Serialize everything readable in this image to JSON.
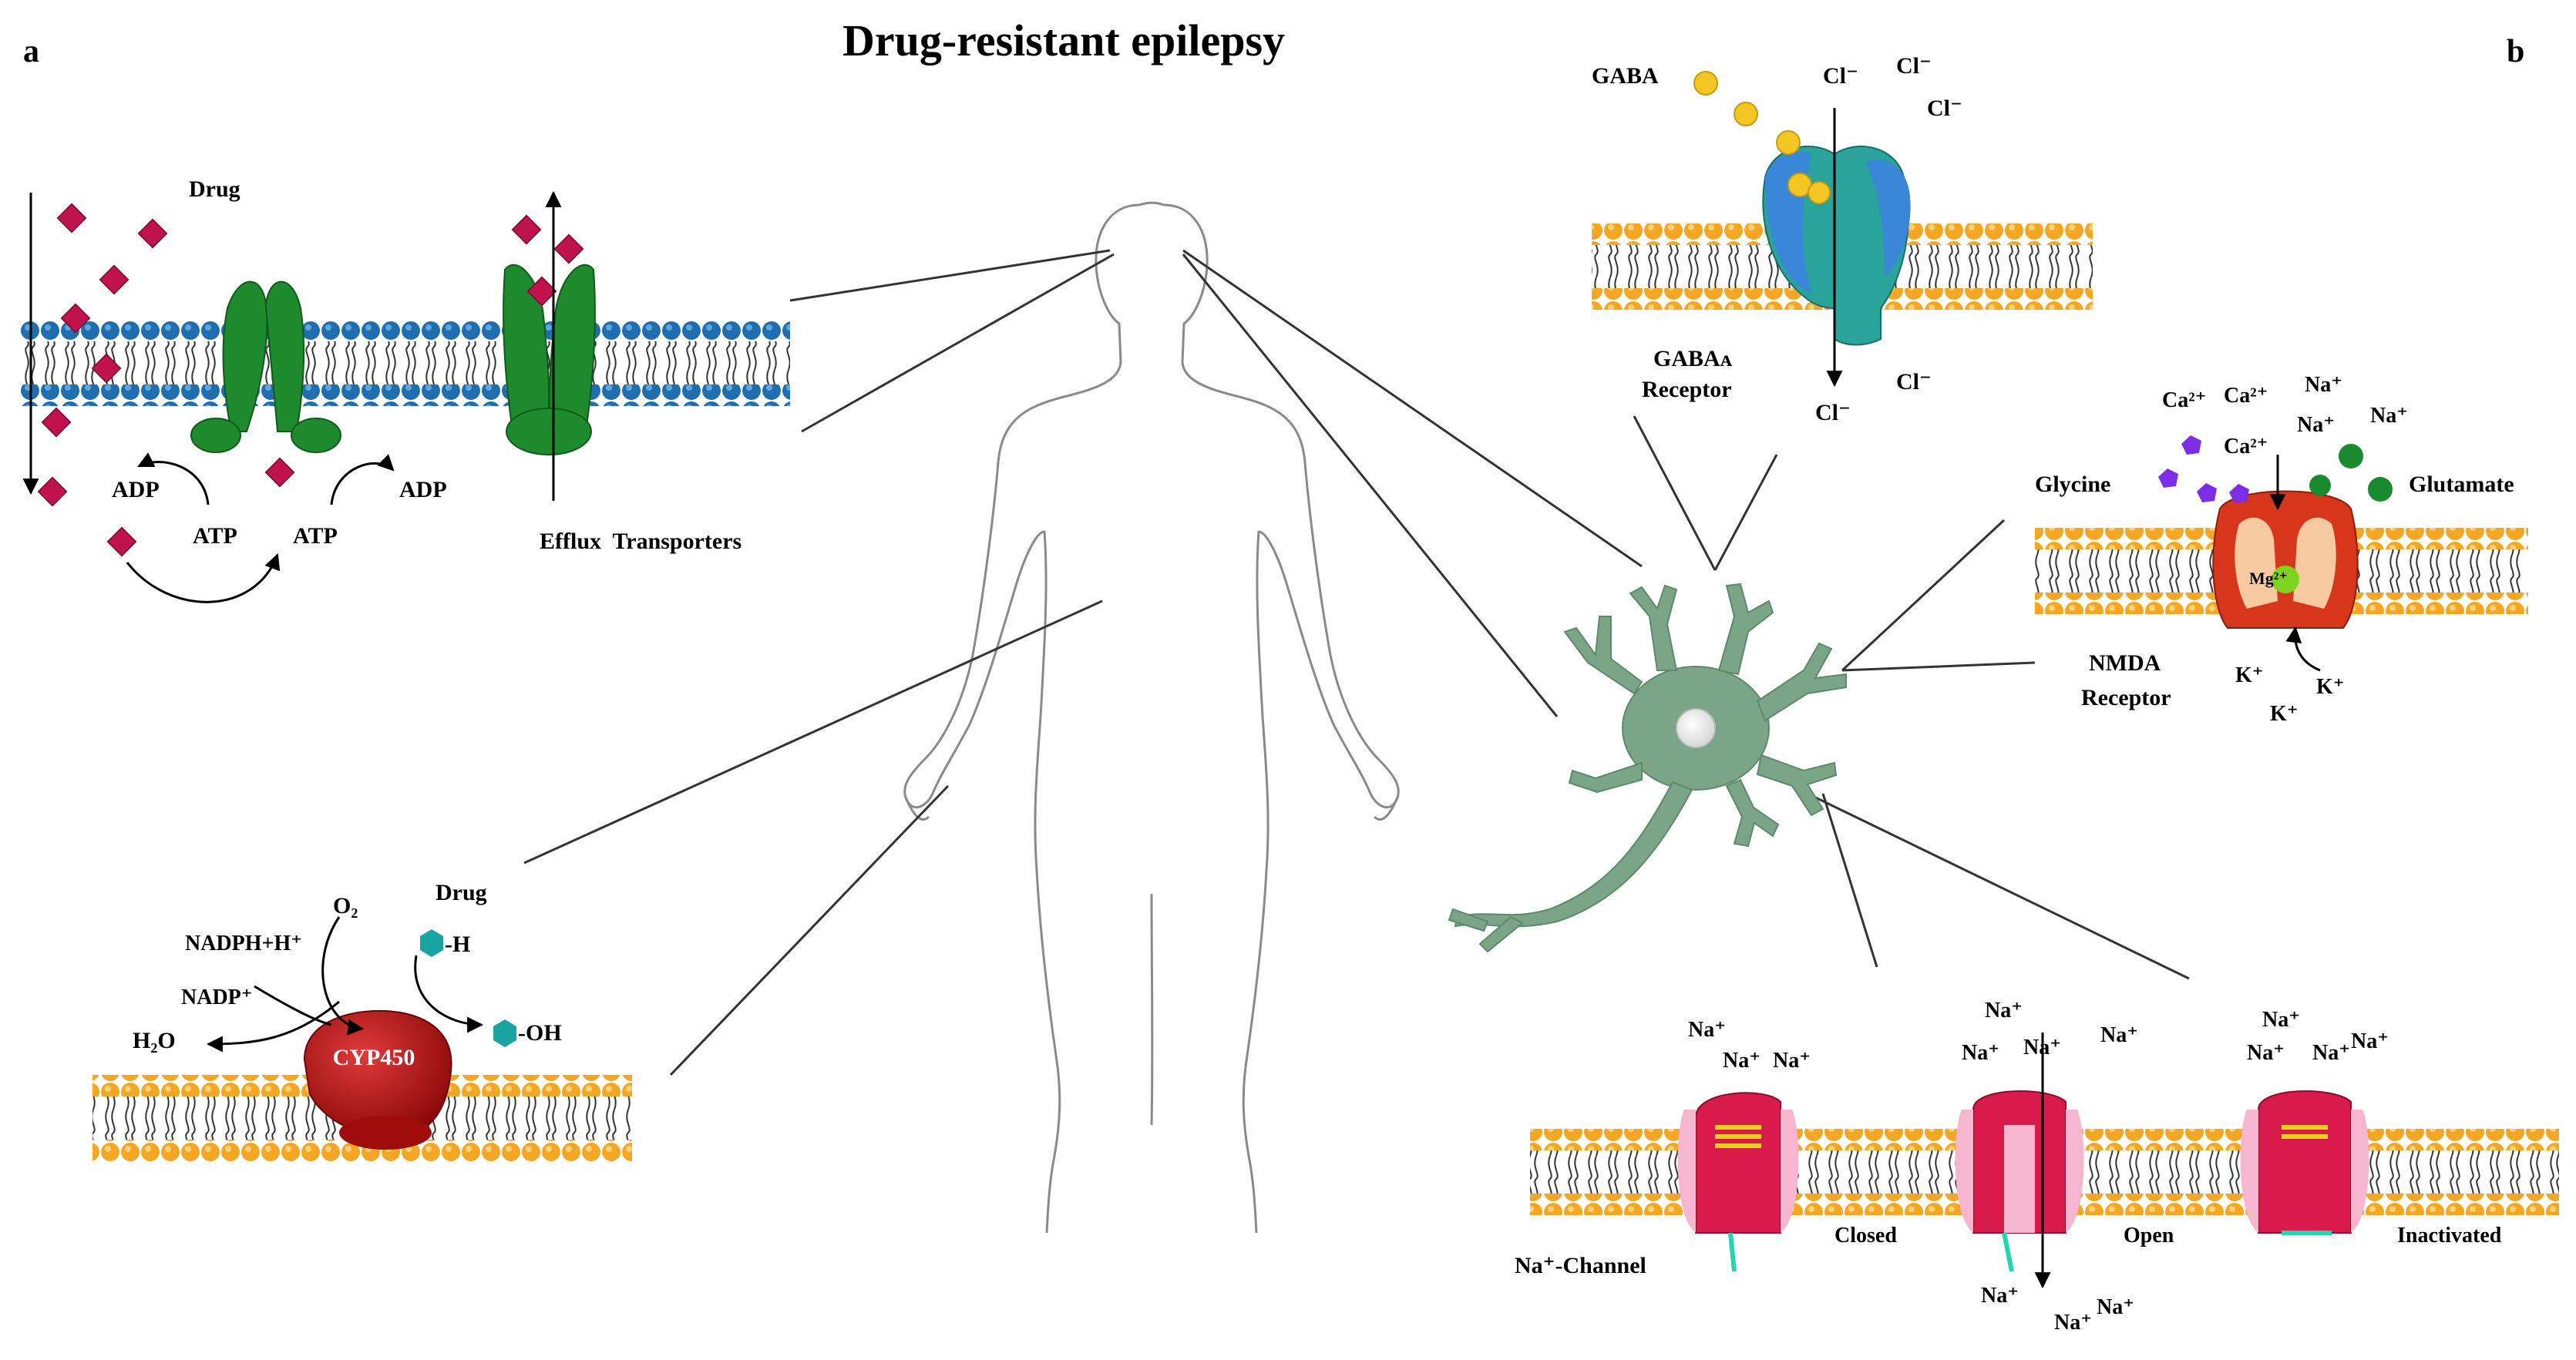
{
  "title": "Drug-resistant epilepsy",
  "panel_labels": {
    "a": "a",
    "b": "b"
  },
  "efflux_panel": {
    "drug_label": "Drug",
    "adp_left": "ADP",
    "adp_right": "ADP",
    "atp_left": "ATP",
    "atp_right": "ATP",
    "transporter_label": "Efflux  Transporters"
  },
  "cyp_panel": {
    "o2_label": "O₂",
    "drug_label": "Drug",
    "nadph_label": "NADPH+H⁺",
    "nadp_label": "NADP⁺",
    "h2o_label": "H₂O",
    "h_label": "-H",
    "oh_label": "-OH",
    "enzyme_label": "CYP450"
  },
  "gaba_panel": {
    "gaba_label": "GABA",
    "cl_top_1": "Cl⁻",
    "cl_top_2": "Cl⁻",
    "cl_top_3": "Cl⁻",
    "cl_bottom_1": "Cl⁻",
    "cl_bottom_2": "Cl⁻",
    "receptor_label_1": "GABAᴀ",
    "receptor_label_2": "Receptor"
  },
  "nmda_panel": {
    "ca_1": "Ca²⁺",
    "ca_2": "Ca²⁺",
    "ca_3": "Ca²⁺",
    "na_1": "Na⁺",
    "na_2": "Na⁺",
    "na_3": "Na⁺",
    "glycine_label": "Glycine",
    "glutamate_label": "Glutamate",
    "mg_label": "Mg²⁺",
    "receptor_label_1": "NMDA",
    "receptor_label_2": "Receptor",
    "k_1": "K⁺",
    "k_2": "K⁺",
    "k_3": "K⁺"
  },
  "sodium_panel": {
    "channel_label": "Na⁺-Channel",
    "closed_label": "Closed",
    "open_label": "Open",
    "inactivated_label": "Inactivated",
    "na_ions": [
      "Na⁺",
      "Na⁺",
      "Na⁺",
      "Na⁺",
      "Na⁺",
      "Na⁺",
      "Na⁺",
      "Na⁺",
      "Na⁺",
      "Na⁺",
      "Na⁺",
      "Na⁺",
      "Na⁺",
      "Na⁺"
    ]
  },
  "colors": {
    "drug": "#c0124c",
    "transporter": "#1e8a2e",
    "blue_lipid": "#1f6fb0",
    "orange_lipid": "#f5a623",
    "cyp450": "#b01010",
    "neuron": "#7aa586",
    "gaba_receptor": "#2aa39a",
    "gaba_ball": "#f3c623",
    "nmda": "#d8361b",
    "glycine": "#7b2ee6",
    "glutamate": "#1a8a2e",
    "sodium_channel": "#d81b4a",
    "hex_marker": "#1aa3a3"
  }
}
